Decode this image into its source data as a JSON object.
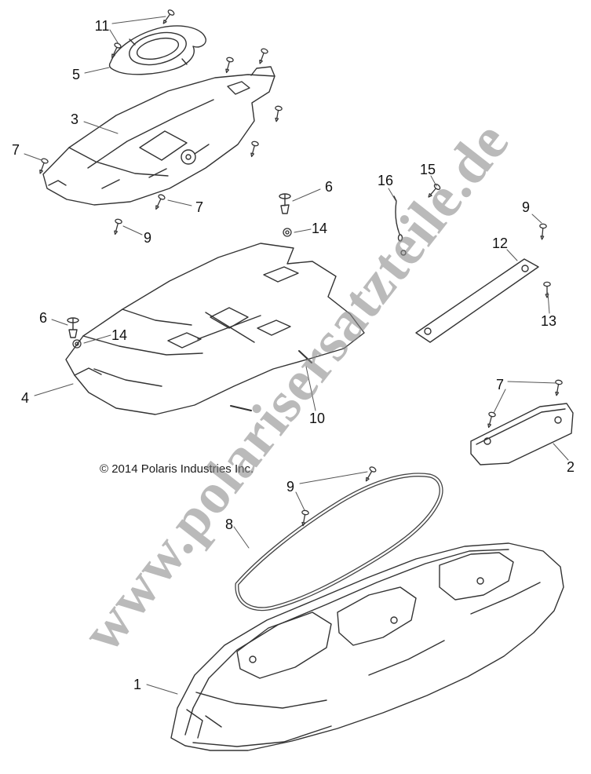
{
  "watermark": {
    "text": "www.polarisersatzteile.de",
    "color": "#8a8a8a"
  },
  "footer": {
    "copyright": "© 2014 Polaris Industries Inc."
  },
  "diagram": {
    "type": "exploded-parts-diagram",
    "line_color": "#333333"
  },
  "callouts": [
    {
      "id": "11",
      "label": "11"
    },
    {
      "id": "5",
      "label": "5"
    },
    {
      "id": "3",
      "label": "3"
    },
    {
      "id": "7-left",
      "label": "7"
    },
    {
      "id": "7-mid",
      "label": "7"
    },
    {
      "id": "9-top",
      "label": "9"
    },
    {
      "id": "6-upper",
      "label": "6"
    },
    {
      "id": "14-upper",
      "label": "14"
    },
    {
      "id": "16",
      "label": "16"
    },
    {
      "id": "15",
      "label": "15"
    },
    {
      "id": "9-right",
      "label": "9"
    },
    {
      "id": "12",
      "label": "12"
    },
    {
      "id": "13",
      "label": "13"
    },
    {
      "id": "6-lower",
      "label": "6"
    },
    {
      "id": "14-lower",
      "label": "14"
    },
    {
      "id": "4",
      "label": "4"
    },
    {
      "id": "10",
      "label": "10"
    },
    {
      "id": "7-right",
      "label": "7"
    },
    {
      "id": "2",
      "label": "2"
    },
    {
      "id": "9-center",
      "label": "9"
    },
    {
      "id": "8",
      "label": "8"
    },
    {
      "id": "1",
      "label": "1"
    }
  ]
}
